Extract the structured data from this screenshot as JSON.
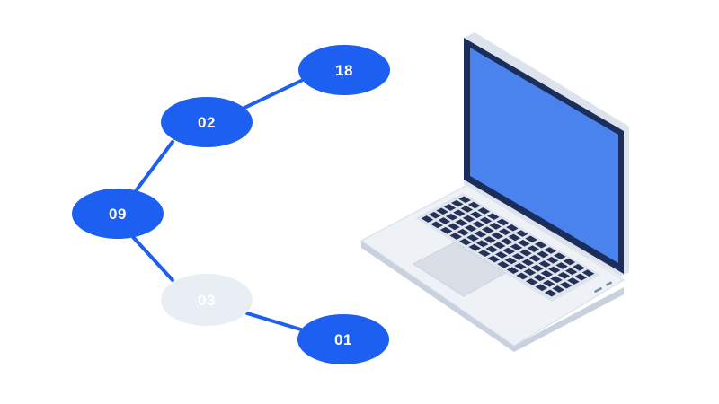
{
  "colors": {
    "accent": "#1d5ff0",
    "inactive_node": "#e9edf4",
    "inactive_text": "#ffffff",
    "active_text": "#ffffff",
    "connector": "#1d5ff0",
    "laptop_screen": "#4a82ee",
    "laptop_bezel": "#1b2d5a",
    "laptop_body": "#e8ecf3",
    "keyboard_keys": "#253257"
  },
  "nodes": [
    {
      "id": "node-18",
      "label": "18",
      "active": true
    },
    {
      "id": "node-02",
      "label": "02",
      "active": true
    },
    {
      "id": "node-09",
      "label": "09",
      "active": true
    },
    {
      "id": "node-03",
      "label": "03",
      "active": false
    },
    {
      "id": "node-01",
      "label": "01",
      "active": true
    }
  ],
  "icons": {
    "device": "laptop-icon"
  }
}
